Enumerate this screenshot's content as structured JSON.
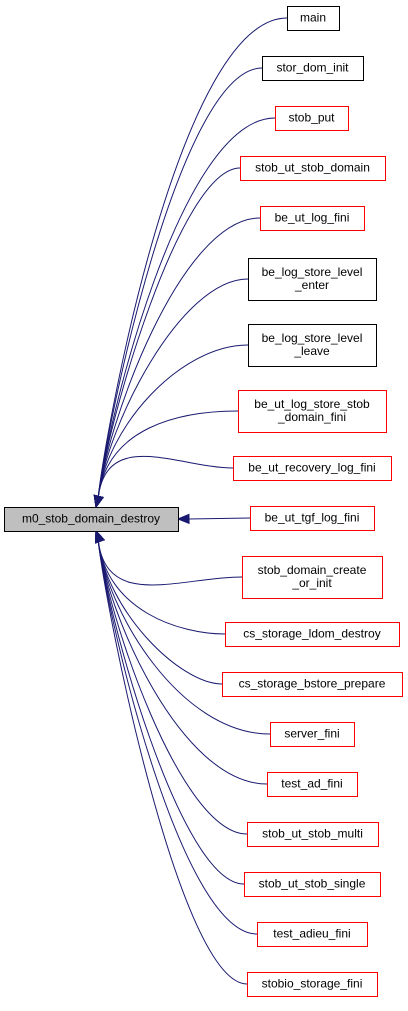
{
  "colors": {
    "edge": "#191970",
    "focus_fill": "#bfbfbf",
    "focus_border": "#000000",
    "linked_border": "#ff0000",
    "plain_border": "#000000"
  },
  "focus": {
    "lines": [
      "m0_stob_domain_destroy"
    ]
  },
  "callers": [
    {
      "lines": [
        "main"
      ],
      "style": "plain"
    },
    {
      "lines": [
        "stor_dom_init"
      ],
      "style": "plain"
    },
    {
      "lines": [
        "stob_put"
      ],
      "style": "linked"
    },
    {
      "lines": [
        "stob_ut_stob_domain"
      ],
      "style": "linked"
    },
    {
      "lines": [
        "be_ut_log_fini"
      ],
      "style": "linked"
    },
    {
      "lines": [
        "be_log_store_level",
        "_enter"
      ],
      "style": "plain"
    },
    {
      "lines": [
        "be_log_store_level",
        "_leave"
      ],
      "style": "plain"
    },
    {
      "lines": [
        "be_ut_log_store_stob",
        "_domain_fini"
      ],
      "style": "linked"
    },
    {
      "lines": [
        "be_ut_recovery_log_fini"
      ],
      "style": "linked"
    },
    {
      "lines": [
        "be_ut_tgf_log_fini"
      ],
      "style": "linked"
    },
    {
      "lines": [
        "stob_domain_create",
        "_or_init"
      ],
      "style": "linked"
    },
    {
      "lines": [
        "cs_storage_ldom_destroy"
      ],
      "style": "linked"
    },
    {
      "lines": [
        "cs_storage_bstore_prepare"
      ],
      "style": "linked"
    },
    {
      "lines": [
        "server_fini"
      ],
      "style": "linked"
    },
    {
      "lines": [
        "test_ad_fini"
      ],
      "style": "linked"
    },
    {
      "lines": [
        "stob_ut_stob_multi"
      ],
      "style": "linked"
    },
    {
      "lines": [
        "stob_ut_stob_single"
      ],
      "style": "linked"
    },
    {
      "lines": [
        "test_adieu_fini"
      ],
      "style": "linked"
    },
    {
      "lines": [
        "stobio_storage_fini"
      ],
      "style": "linked"
    }
  ]
}
